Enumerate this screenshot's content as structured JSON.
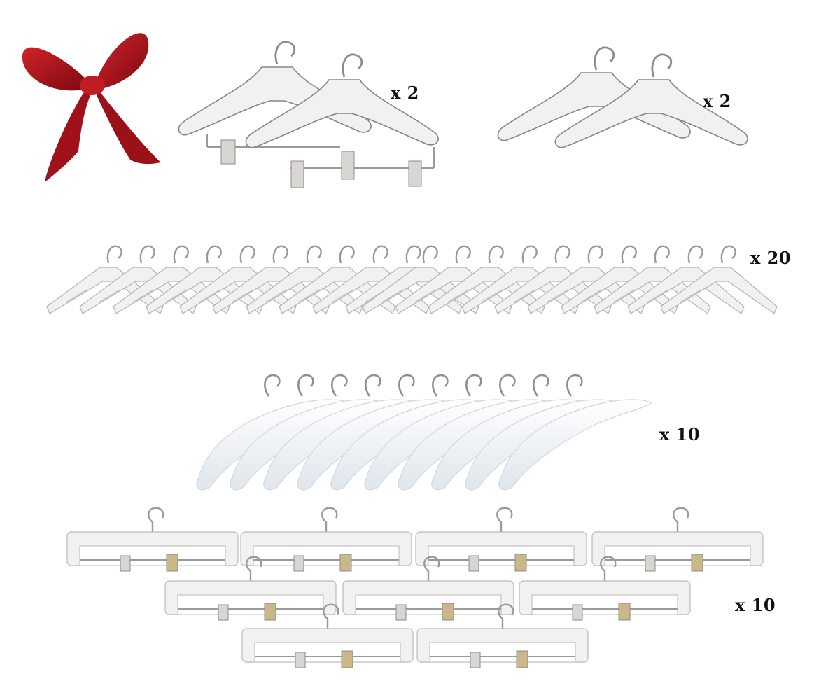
{
  "groups": [
    {
      "id": "suit-hangers-with-clips",
      "quantity_label": "x 2",
      "count": 2
    },
    {
      "id": "suit-hangers",
      "quantity_label": "x 2",
      "count": 2
    },
    {
      "id": "flat-shirt-hangers",
      "quantity_label": "x 20",
      "count": 20
    },
    {
      "id": "padded-hangers",
      "quantity_label": "x 10",
      "count": 10
    },
    {
      "id": "pant-clip-hangers",
      "quantity_label": "x 10",
      "count": 10
    }
  ],
  "colors": {
    "bow_red": "#b3141c",
    "hanger_white": "#f1f1ef",
    "hanger_edge": "#8a8580",
    "metal": "#9a9a9a",
    "clip_gold": "#c9b88a",
    "text": "#111111"
  },
  "decor": {
    "bow_icon": "red-gift-bow-icon"
  }
}
